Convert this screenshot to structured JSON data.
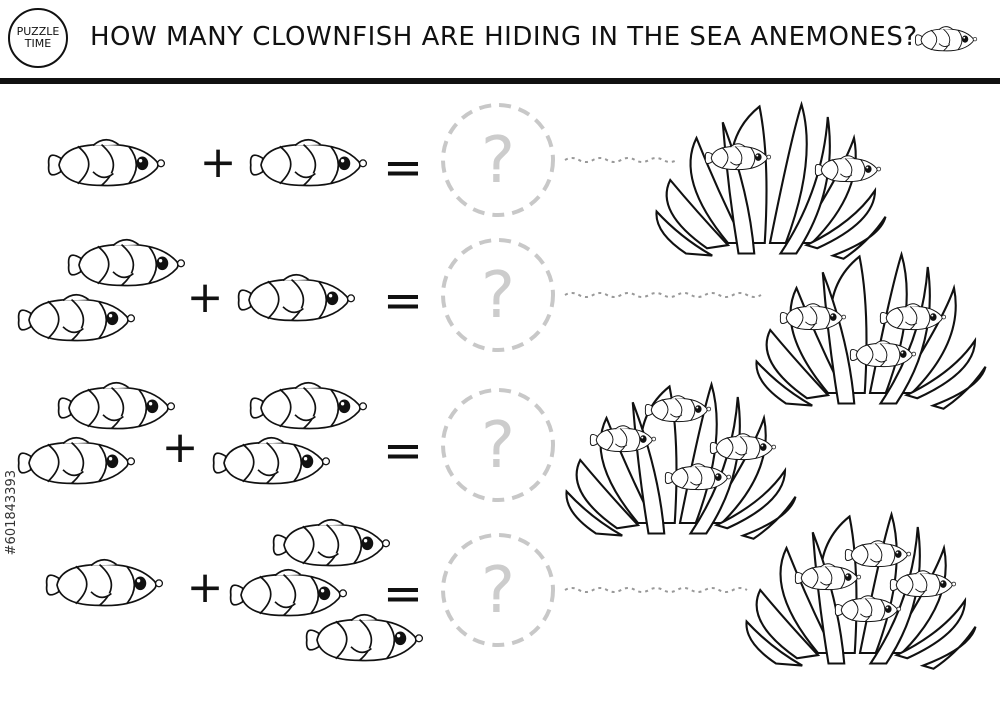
{
  "header": {
    "title": "HOW MANY CLOWNFISH ARE HIDING IN THE SEA ANEMONES?",
    "logo_line1": "PUZZLE",
    "logo_line2": "TIME"
  },
  "puzzle": {
    "operator_plus": "+",
    "operator_equals": "=",
    "answer_placeholder": "?",
    "rows": [
      {
        "left_count": 1,
        "right_count": 1,
        "anemone_fish": 2
      },
      {
        "left_count": 2,
        "right_count": 1,
        "anemone_fish": 3
      },
      {
        "left_count": 2,
        "right_count": 2,
        "anemone_fish": 4
      },
      {
        "left_count": 1,
        "right_count": 3,
        "anemone_fish": 4
      }
    ]
  },
  "watermark": "#601843393",
  "colors": {
    "ink": "#111111",
    "dashed": "#c8c8c8",
    "question": "#cccccc"
  }
}
